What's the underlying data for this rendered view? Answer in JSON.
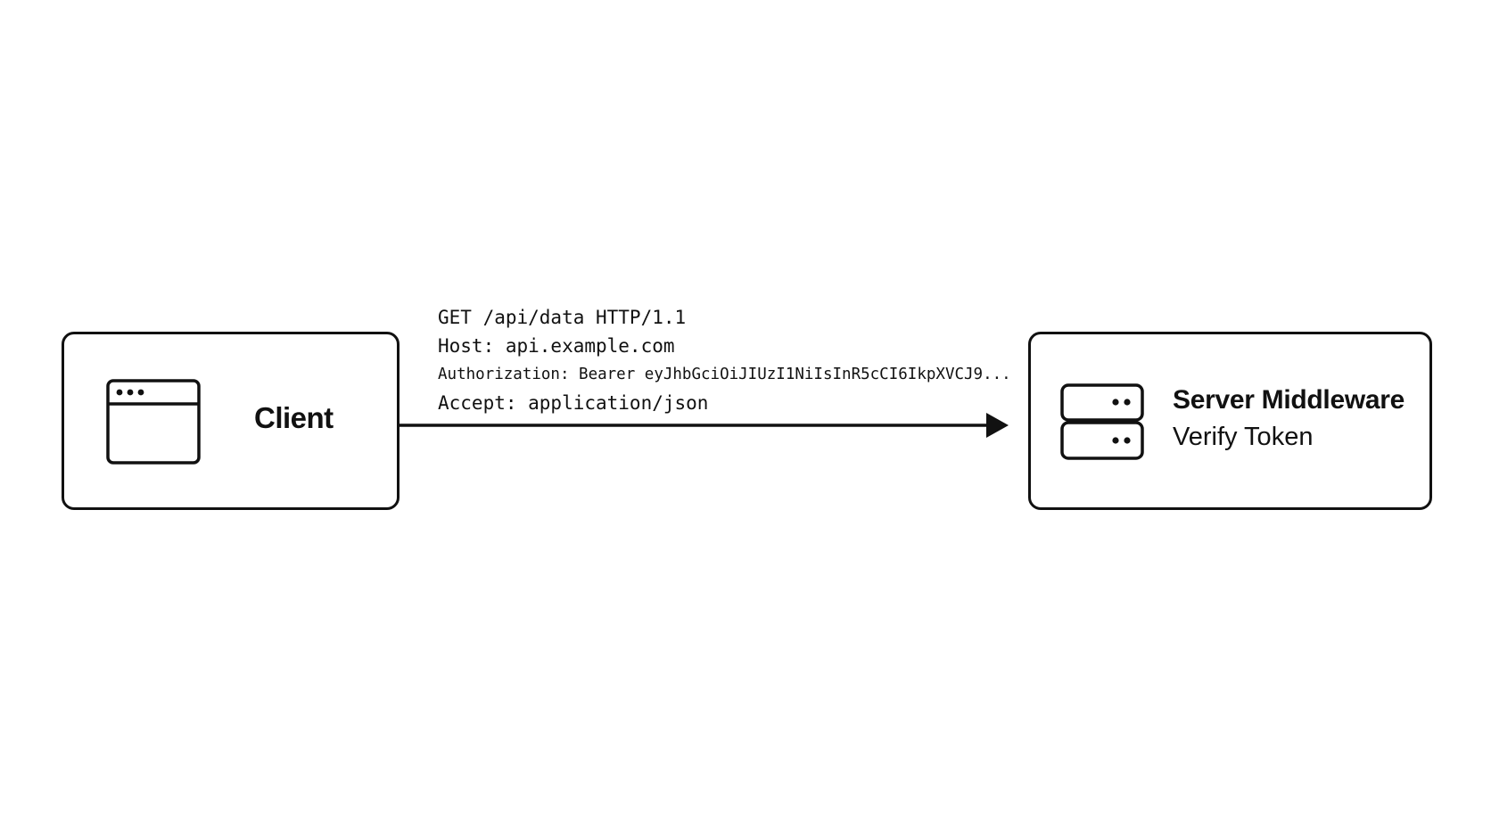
{
  "diagram": {
    "client": {
      "label": "Client",
      "icon": "browser-window-icon"
    },
    "server": {
      "title": "Server Middleware",
      "subtitle": "Verify Token",
      "icon": "server-stack-icon"
    },
    "request": {
      "lines": [
        "GET /api/data HTTP/1.1",
        "Host: api.example.com",
        "Authorization: Bearer eyJhbGciOiJIUzI1NiIsInR5cCI6IkpXVCJ9...",
        "Accept: application/json"
      ]
    },
    "colors": {
      "stroke": "#111111",
      "background": "#ffffff"
    }
  }
}
